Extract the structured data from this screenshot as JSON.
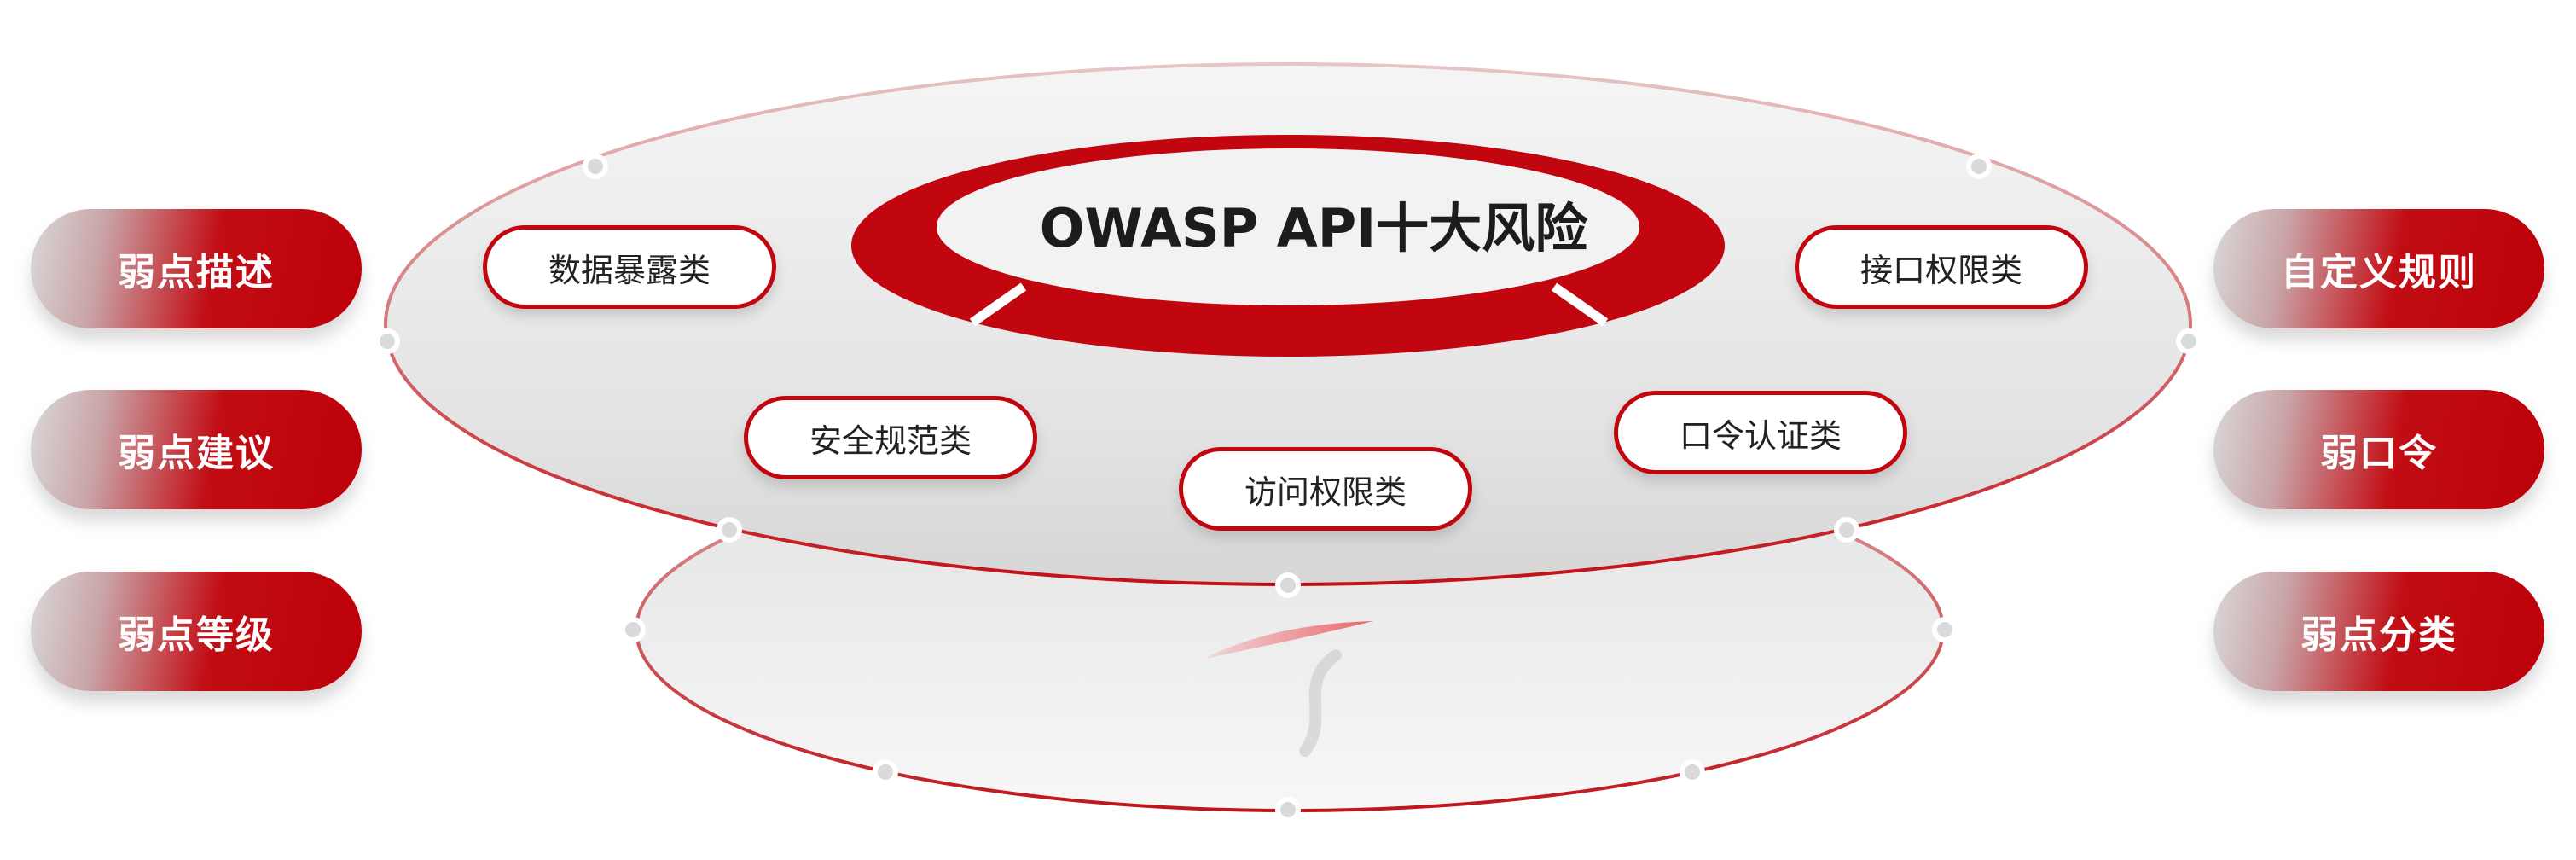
{
  "title": "OWASP API十大风险",
  "left_labels": [
    "弱点描述",
    "弱点建议",
    "弱点等级"
  ],
  "right_labels": [
    "自定义规则",
    "弱口令",
    "弱点分类"
  ],
  "categories": [
    "数据暴露类",
    "接口权限类",
    "安全规范类",
    "口令认证类",
    "访问权限类"
  ],
  "colors": {
    "brand_red": "#c10610",
    "disc_gray": "#e6e6e6",
    "pill_text": "#ffffff",
    "category_text": "#222222"
  }
}
